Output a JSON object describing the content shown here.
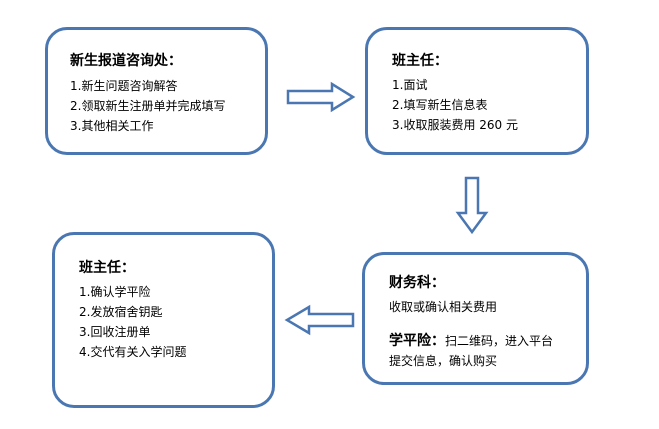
{
  "box_registration": {
    "title": "新生报道咨询处：",
    "items": [
      "1.新生问题咨询解答",
      "2.领取新生注册单并完成填写",
      "3.其他相关工作"
    ]
  },
  "box_teacher_1": {
    "title": "班主任：",
    "items": [
      "1.面试",
      "2.填写新生信息表",
      "3.收取服装费用 260 元"
    ]
  },
  "box_finance": {
    "title": "财务科：",
    "line1": "收取或确认相关费用",
    "insurance_title": "学平险：",
    "insurance_text_1": "扫二维码，进入平台",
    "insurance_text_2": "提交信息，确认购买"
  },
  "box_teacher_2": {
    "title": "班主任：",
    "items": [
      "1.确认学平险",
      "2.发放宿舍钥匙",
      "3.回收注册单",
      "4.交代有关入学问题"
    ]
  },
  "colors": {
    "border": "#4a77b2"
  }
}
